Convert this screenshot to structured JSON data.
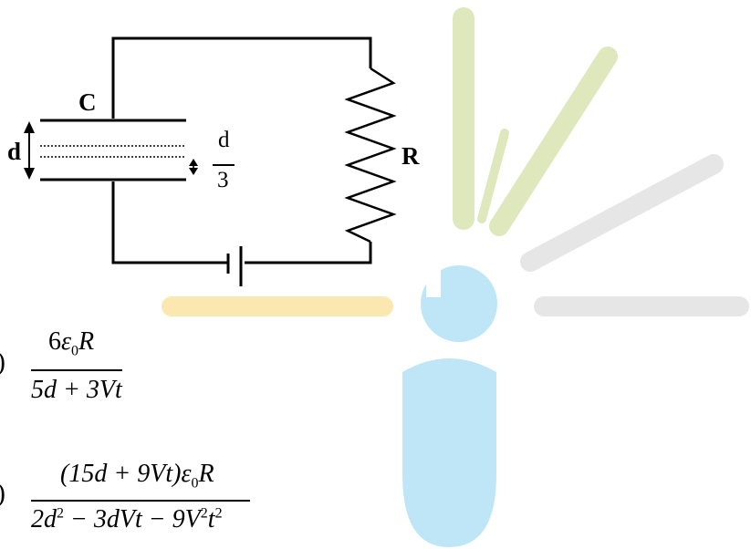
{
  "diagram": {
    "capacitor_label": "C",
    "resistor_label": "R",
    "gap_label": "d",
    "inner_fraction": {
      "numerator": "d",
      "denominator": "3"
    }
  },
  "options": [
    {
      "marker": ")",
      "numerator": {
        "lead": "6",
        "eps": "ε",
        "sub": "0",
        "tail": "R"
      },
      "denominator": "5d + 3Vt"
    },
    {
      "marker": ")",
      "numerator": {
        "lead": "(15d + 9Vt)",
        "eps": "ε",
        "sub": "0",
        "tail": "R"
      },
      "denominator": {
        "a": "2d",
        "a_sup": "2",
        "b": " − 3dVt − 9V",
        "b_sup": "2",
        "c": "t",
        "c_sup": "2"
      }
    }
  ],
  "watermark": {
    "colors": {
      "green": "#dfe8bc",
      "gray": "#e6e6e6",
      "yellow": "#fbe8b0",
      "blue": "#bfe6f7"
    }
  }
}
